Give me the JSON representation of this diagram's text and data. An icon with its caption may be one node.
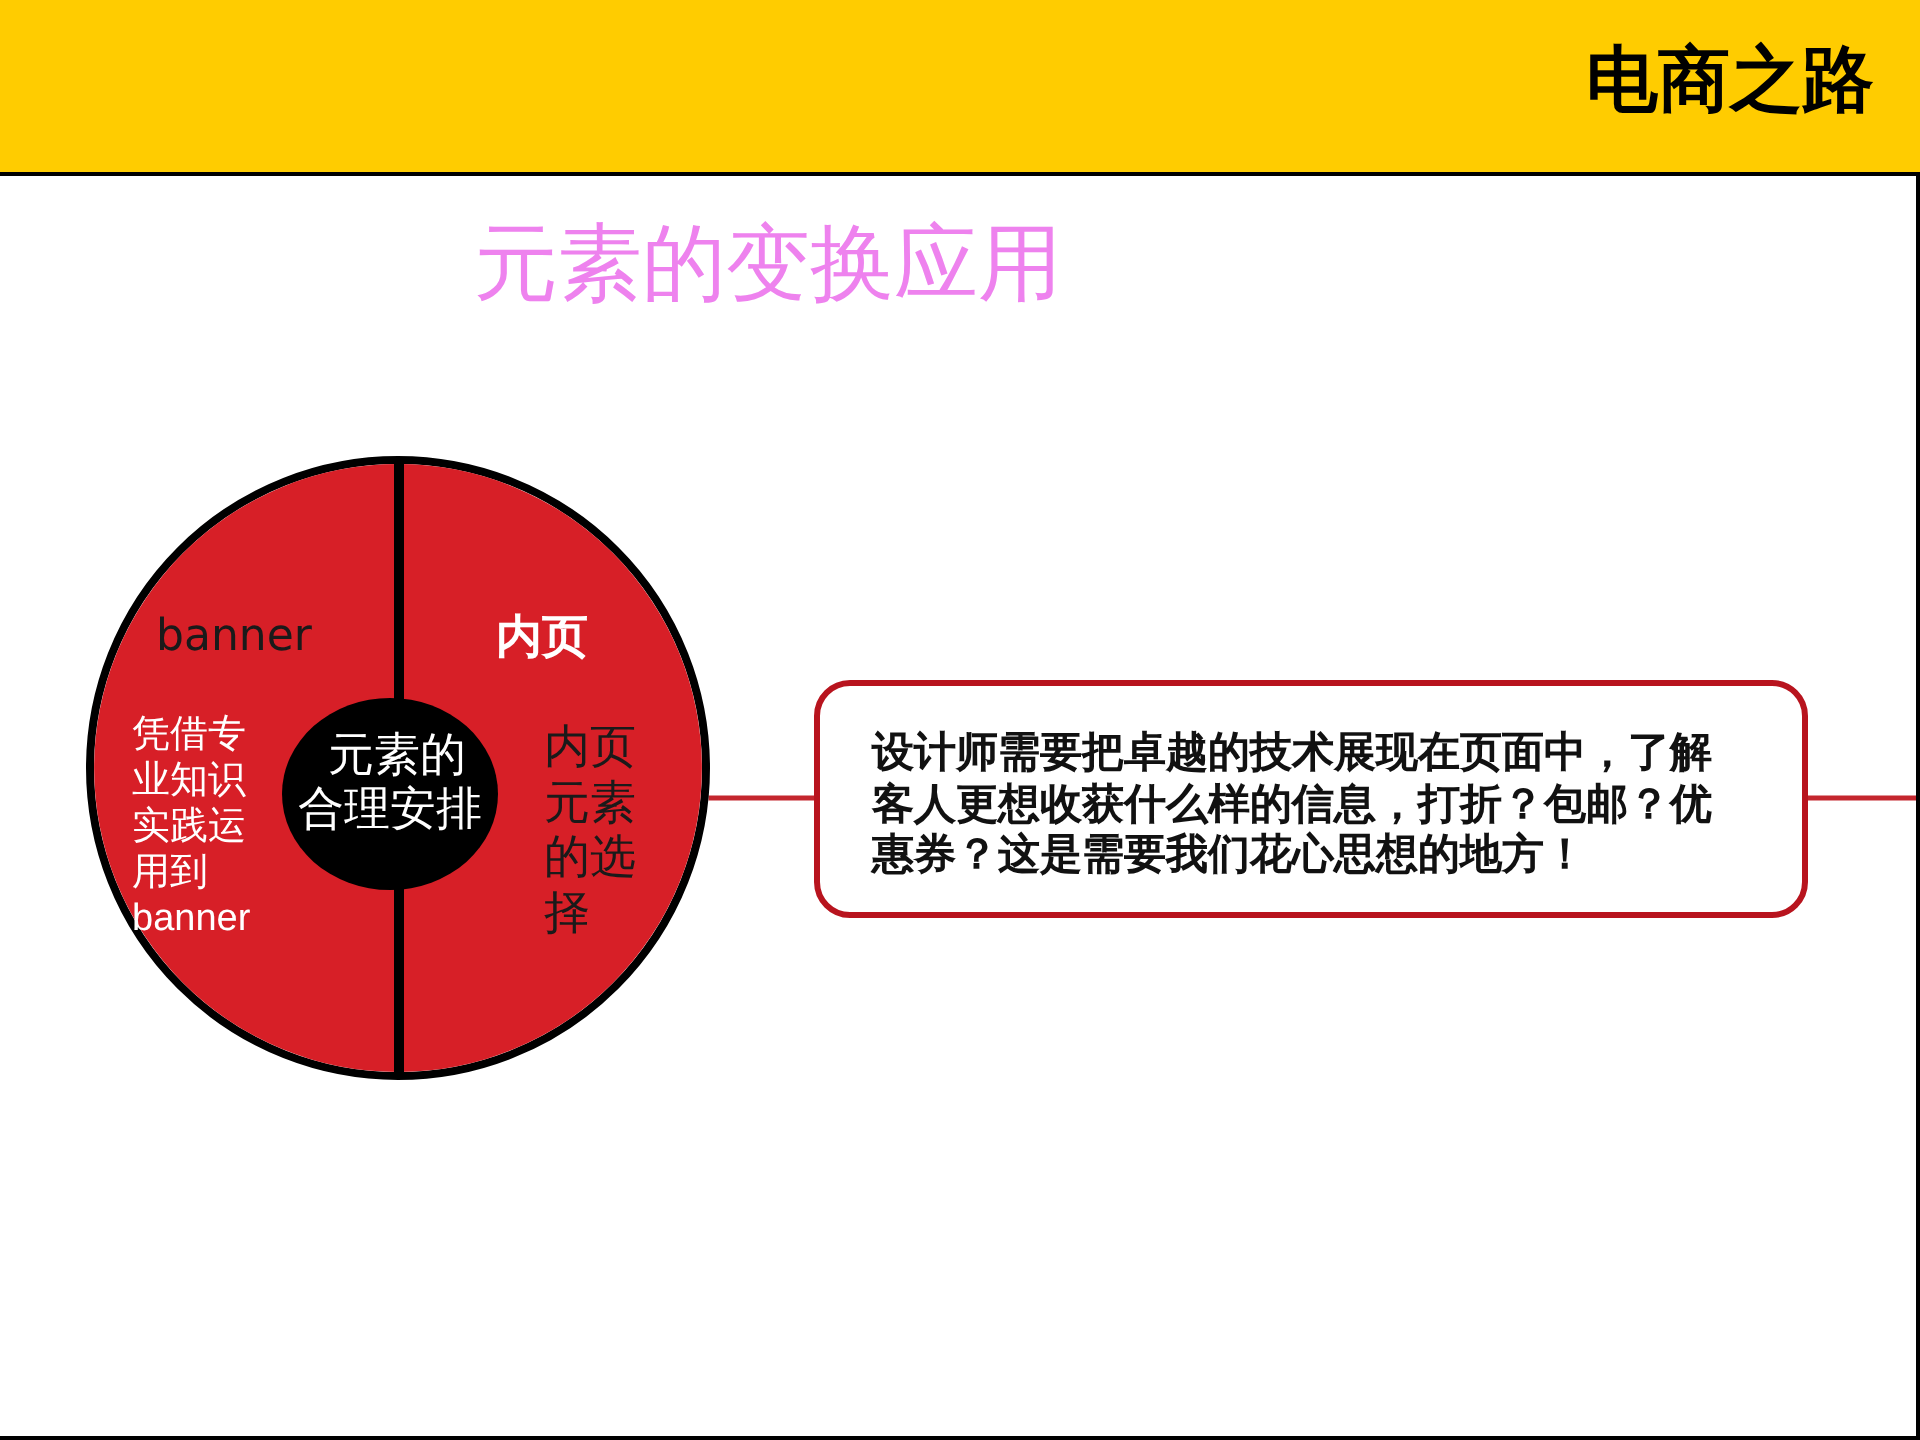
{
  "diagram": {
    "title": "元素的变换应用",
    "nodes": [
      {
        "text": [],
        "shape": "circle"
      },
      {
        "text": [
          "banner",
          "凭借专业知识实践运用到banner"
        ],
        "in": 0
      },
      {
        "text": [
          "内页",
          "内页元素的选择"
        ],
        "in": 0
      },
      {
        "text": [
          "元素的合理安排"
        ],
        "in": 0
      },
      {
        "text": [
          "设计师需要把卓越的技术展现在页面中，了解客人更想收获什么样的信息，打折？包邮？优惠券？这是需要我们花心思想的地方！"
        ]
      }
    ],
    "edges": [
      {
        "from": 0,
        "to": 4,
        "arrow": "none"
      },
      {
        "from": 4,
        "to": null,
        "arrow": "none"
      }
    ],
    "labels": [
      "电商之路"
    ]
  }
}
